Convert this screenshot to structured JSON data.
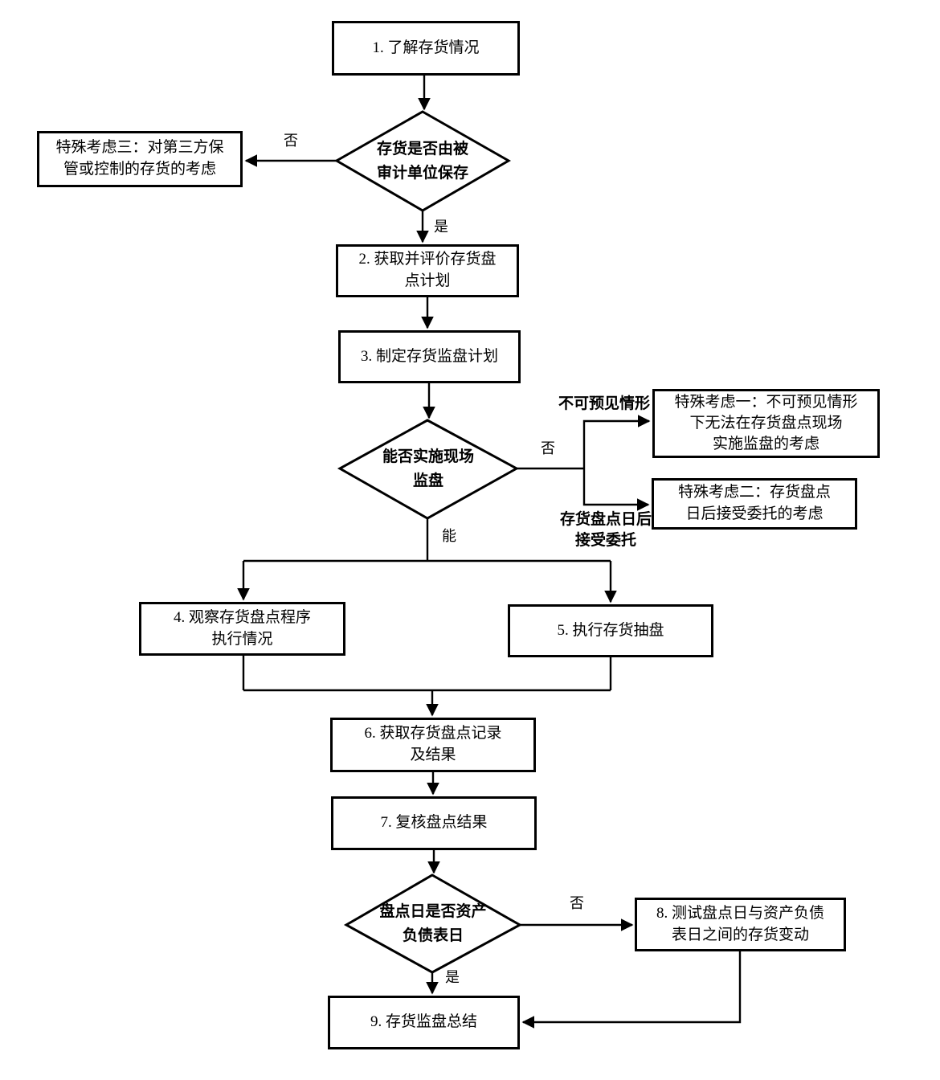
{
  "nodes": {
    "step1": "1. 了解存货情况",
    "decision1": "存货是否由被\n审计单位保存",
    "special3": "特殊考虑三：对第三方保\n管或控制的存货的考虑",
    "step2": "2. 获取并评价存货盘\n点计划",
    "step3": "3. 制定存货监盘计划",
    "decision2": "能否实施现场\n监盘",
    "special1": "特殊考虑一：不可预见情形\n下无法在存货盘点现场\n实施监盘的考虑",
    "special2": "特殊考虑二：存货盘点\n日后接受委托的考虑",
    "step4": "4. 观察存货盘点程序\n执行情况",
    "step5": "5. 执行存货抽盘",
    "step6": "6. 获取存货盘点记录\n及结果",
    "step7": "7. 复核盘点结果",
    "decision3": "盘点日是否资产\n负债表日",
    "step8": "8. 测试盘点日与资产负债\n表日之间的存货变动",
    "step9": "9. 存货监盘总结"
  },
  "edge_labels": {
    "no1": "否",
    "yes1": "是",
    "no2": "否",
    "unforeseen": "不可预见情形",
    "entrusted": "存货盘点日后\n接受委托",
    "can": "能",
    "no3": "否",
    "yes3": "是"
  },
  "colors": {
    "line": "#000000",
    "background": "#ffffff"
  }
}
